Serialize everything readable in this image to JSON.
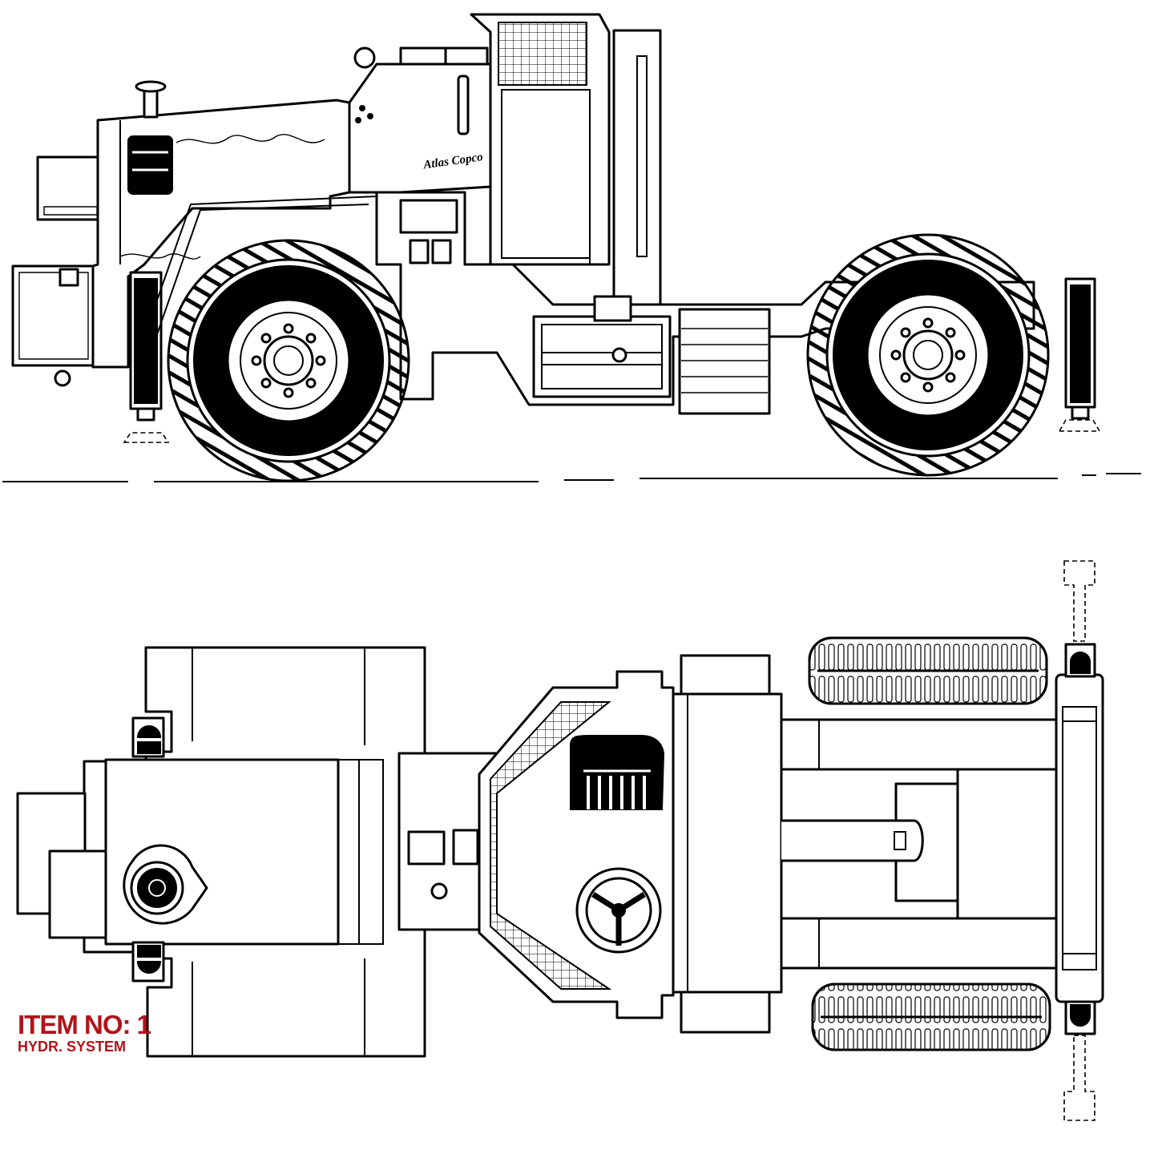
{
  "drawing": {
    "brand_label": "Atlas Copco",
    "side_view_name": "side-elevation",
    "top_view_name": "plan-view"
  },
  "caption": {
    "item_number": "ITEM NO: 1",
    "system": "HYDR. SYSTEM",
    "color": "#b0141b"
  }
}
